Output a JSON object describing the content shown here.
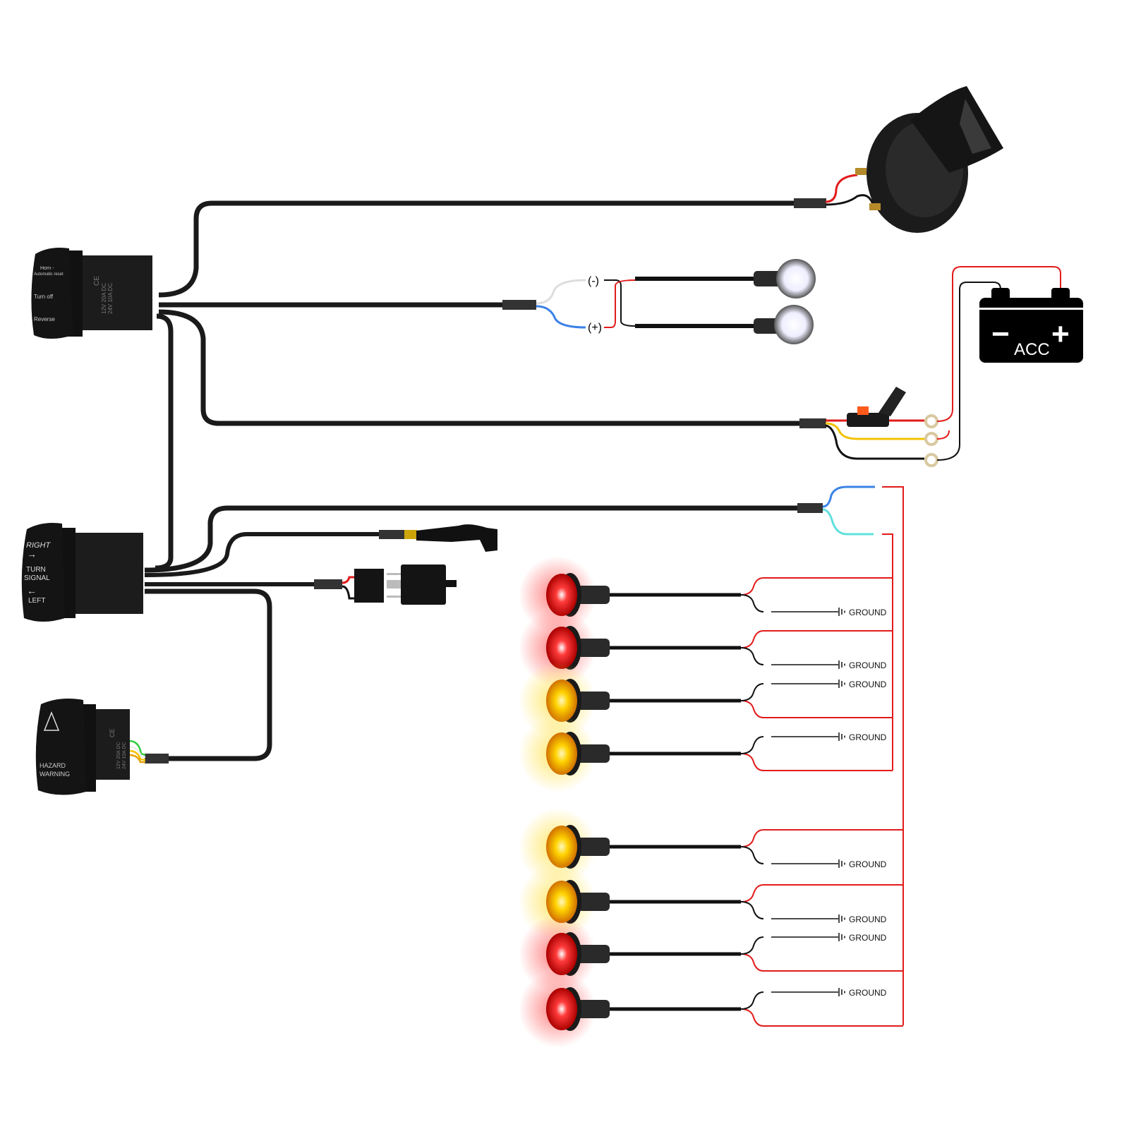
{
  "switches": {
    "horn_switch": {
      "lines": [
        "Horn -",
        "Automatic reset",
        "Turn off",
        "Reverse"
      ],
      "rating": [
        "12V 20A DC",
        "24V 10A DC"
      ],
      "mark": "CE"
    },
    "turn_switch": {
      "lines": [
        "RIGHT",
        "TURN",
        "SIGNAL",
        "LEFT"
      ]
    },
    "hazard_switch": {
      "lines": [
        "HAZARD",
        "WARNING"
      ],
      "rating": [
        "12V 20A DC",
        "24V 10A DC"
      ],
      "mark": "CE"
    }
  },
  "light_labels": {
    "negative": "(-)",
    "positive": "(+)"
  },
  "battery": {
    "label": "ACC",
    "minus": "−",
    "plus": "+"
  },
  "leds": [
    {
      "color": "red",
      "ground": "GROUND"
    },
    {
      "color": "red",
      "ground": "GROUND"
    },
    {
      "color": "amber",
      "ground": "GROUND"
    },
    {
      "color": "amber",
      "ground": "GROUND"
    },
    {
      "color": "amber",
      "ground": "GROUND"
    },
    {
      "color": "amber",
      "ground": "GROUND"
    },
    {
      "color": "red",
      "ground": "GROUND"
    },
    {
      "color": "red",
      "ground": "GROUND"
    }
  ],
  "colors": {
    "red": "#e21b1b",
    "amber": "#ffb400",
    "blue": "#3b82e6",
    "cyan": "#5fe0dc",
    "yellow": "#f2c200",
    "cable": "#1a1a1a",
    "green": "#2ecc40"
  }
}
